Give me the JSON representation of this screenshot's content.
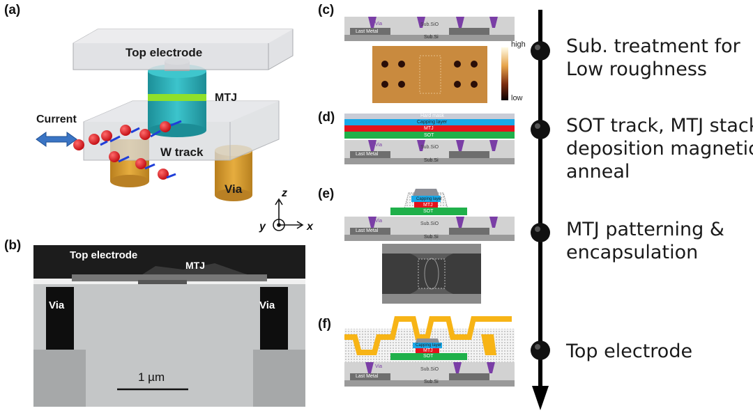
{
  "panels": {
    "a": {
      "label": "(a)",
      "top_electrode": "Top electrode",
      "mtj": "MTJ",
      "current": "Current",
      "w_track": "W track",
      "via": "Via",
      "axis_z": "z",
      "axis_y": "y",
      "axis_x": "x"
    },
    "b": {
      "label": "(b)",
      "top_electrode": "Top electrode",
      "mtj": "MTJ",
      "via_left": "Via",
      "via_right": "Via",
      "scale_bar": "1 µm"
    },
    "c": {
      "label": "(c)",
      "sub_sio": "Sub.SiO",
      "sub_si": "Sub.Si",
      "last_metal": "Last Metal",
      "via": "Via",
      "colorbar_high": "high",
      "colorbar_low": "low"
    },
    "d": {
      "label": "(d)",
      "hard_mask": "Hard mask",
      "capping_layer": "Capping layer",
      "mtj": "MTJ",
      "sot": "SOT",
      "sub_sio": "Sub.SiO",
      "sub_si": "Sub.Si",
      "last_metal": "Last Metal",
      "via": "Via"
    },
    "e": {
      "label": "(e)",
      "capping_layer": "Capping layer",
      "mtj": "MTJ",
      "sot": "SOT",
      "sub_sio": "Sub.SiO",
      "sub_si": "Sub.Si",
      "last_metal": "Last Metal",
      "via": "Via"
    },
    "f": {
      "label": "(f)",
      "capping_layer": "Capping layer",
      "mtj": "MTJ",
      "sot": "SOT",
      "sub_sio": "Sub.SiO",
      "sub_si": "Sub.Si",
      "last_metal": "Last Metal",
      "via": "Via"
    }
  },
  "steps": [
    {
      "line1": "Sub. treatment for",
      "line2": "Low roughness"
    },
    {
      "line1": "SOT track, MTJ stack",
      "line2": "deposition magnetic",
      "line3": "anneal"
    },
    {
      "line1": "MTJ patterning &",
      "line2": "encapsulation"
    },
    {
      "line1": "Top electrode"
    }
  ],
  "colors": {
    "mtj_teal": "#2ab0b8",
    "mtj_green": "#8fe02a",
    "via_gold": "#d69a2a",
    "electron_red": "#e0161b",
    "spin_blue": "#1f3fd8",
    "current_arrow": "#3a74c4",
    "sot_green": "#1fb04a",
    "mtj_red": "#e4121c",
    "capping_blue": "#1aa8e8",
    "via_purple": "#7a3ea6",
    "top_electrode_orange": "#f7b416",
    "sub_sio_gray": "#cfcfcf",
    "last_metal_gray": "#6e6e6e"
  }
}
